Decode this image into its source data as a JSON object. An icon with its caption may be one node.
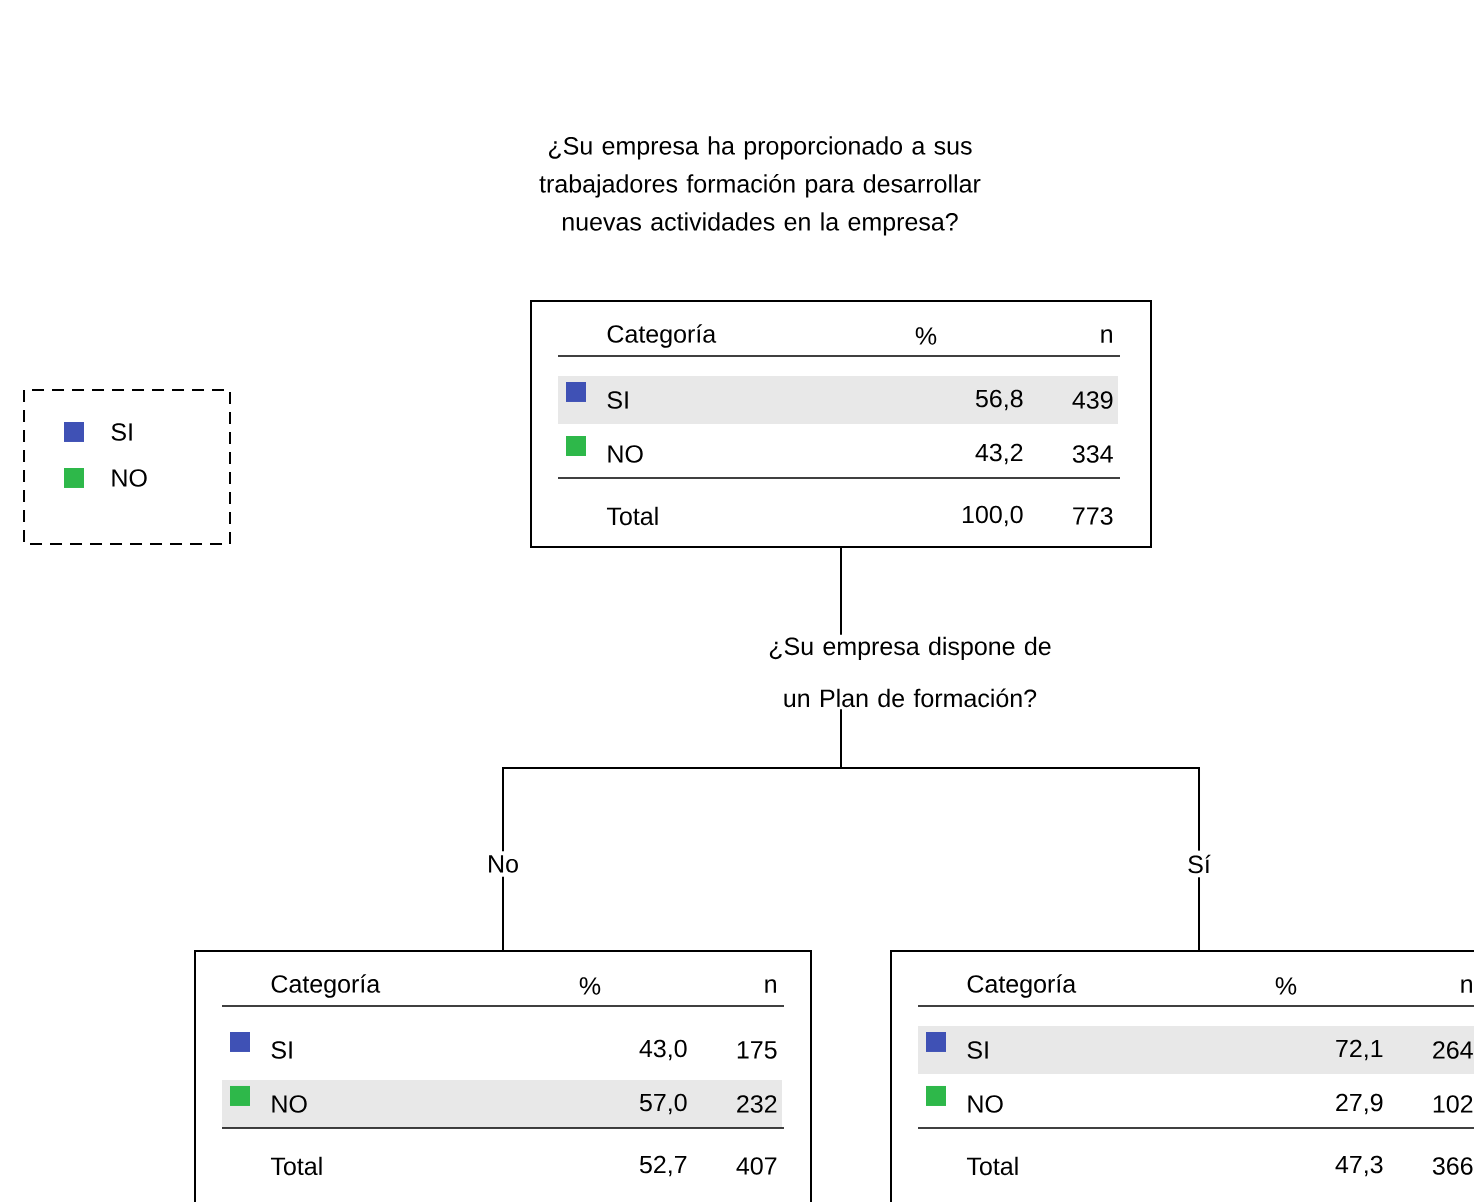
{
  "diagram": {
    "title": "¿Su empresa ha proporcionado a sus trabajadores formación para desarrollar nuevas actividades en la empresa?",
    "nodes": [
      {
        "text": [
          "Categoría",
          "%",
          "n",
          "SI",
          "56,8",
          "439",
          "NO",
          "43,2",
          "334",
          "Total",
          "100,0",
          "773"
        ]
      },
      {
        "text": [
          "Categoría",
          "%",
          "n",
          "SI",
          "43,0",
          "175",
          "NO",
          "57,0",
          "232",
          "Total",
          "52,7",
          "407"
        ]
      },
      {
        "text": [
          "Categoría",
          "%",
          "n",
          "SI",
          "72,1",
          "264",
          "NO",
          "27,9",
          "102",
          "Total",
          "47,3",
          "366"
        ]
      }
    ],
    "edges": [
      {
        "from": 0,
        "to": 1,
        "arrow": "none",
        "label": "No"
      },
      {
        "from": 0,
        "to": 2,
        "arrow": "none",
        "label": "Sí"
      }
    ],
    "labels": [
      "¿Su empresa dispone de un Plan de formación?"
    ],
    "legend": [
      {
        "text": "SI",
        "color": "#3f51b5"
      },
      {
        "text": "NO",
        "color": "#2eb84a"
      }
    ]
  }
}
